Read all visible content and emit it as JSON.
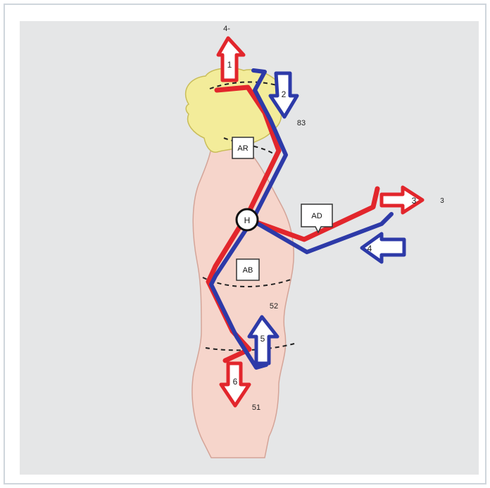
{
  "colors": {
    "panel_bg": "#e5e6e7",
    "body_skin": "#f6d5cb",
    "body_outline": "#d4a498",
    "hair": "#f3ec9a",
    "hair_outline": "#c9bd5a",
    "red_path": "#e2262c",
    "blue_path": "#2d3aa8",
    "dashed_line": "#222222",
    "box_fill": "#ffffff",
    "node_fill": "#ffffff"
  },
  "labels": {
    "top_stray": "4-",
    "head_right": "83",
    "arm_end": "3",
    "torso_right": "52",
    "bottom": "51"
  },
  "boxes": {
    "ar": "AR",
    "ad": "AD",
    "ab": "AB"
  },
  "hub": "H",
  "arrows": {
    "a1": "1",
    "a2": "2",
    "a3": "3",
    "a4": "4",
    "a5": "5",
    "a6": "6"
  },
  "icons": {
    "up_arrow": "up-arrow-icon",
    "down_arrow": "down-arrow-icon",
    "right_arrow": "right-arrow-icon",
    "left_arrow": "left-arrow-icon"
  }
}
